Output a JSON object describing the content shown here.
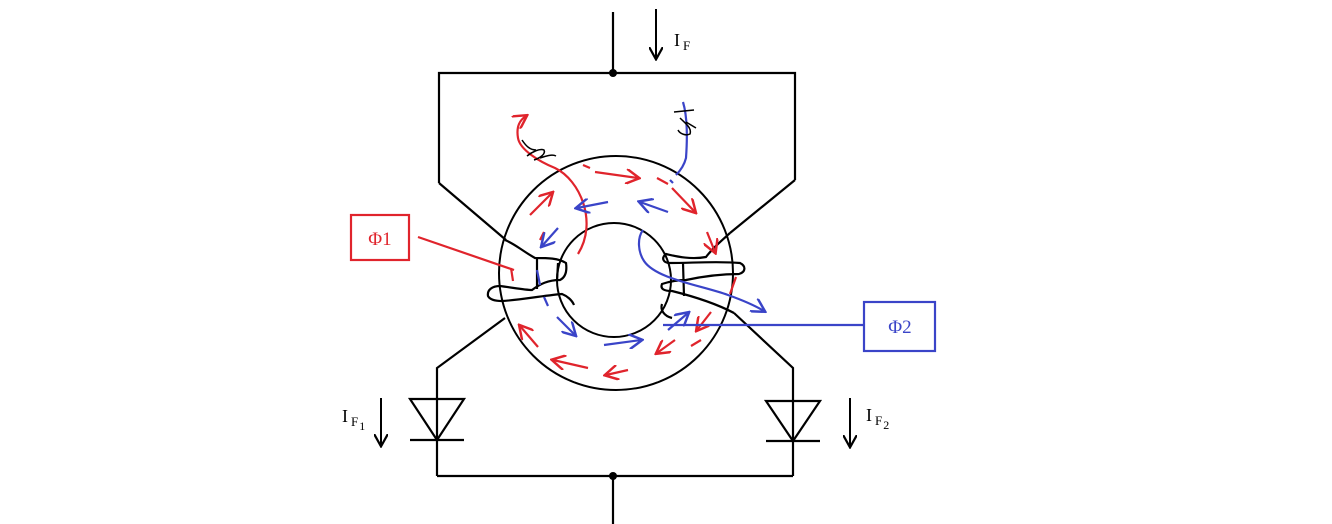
{
  "labels": {
    "i_f": "I",
    "i_f_sub": "F",
    "i_f1": "I",
    "i_f1_sub": "F",
    "i_f1_sub2": "1",
    "i_f2": "I",
    "i_f2_sub": "F",
    "i_f2_sub2": "2",
    "phi1": "Φ1",
    "phi2": "Φ2"
  },
  "colors": {
    "wire": "#000000",
    "phi1": "#e0242c",
    "phi2": "#3a44c8"
  },
  "icons": {
    "diode_left": "diode-icon",
    "diode_right": "diode-icon"
  }
}
